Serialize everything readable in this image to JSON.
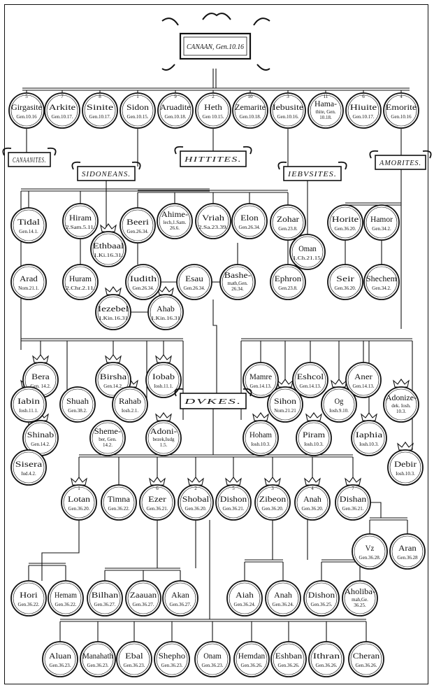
{
  "title": "CANAAN, Gen.10.16",
  "persons": [
    {
      "id": "girgasite",
      "num": "5",
      "name": "Girgasite",
      "ref": "Gen.10.16"
    },
    {
      "id": "arkite",
      "num": "7",
      "name": "Arkite",
      "ref": "Gen.10.17."
    },
    {
      "id": "sinite",
      "num": "8",
      "name": "Sinite",
      "ref": "Gen.10.17."
    },
    {
      "id": "sidon",
      "num": "1",
      "name": "Sidon",
      "ref": "Gen.10.15."
    },
    {
      "id": "aruadite",
      "num": "9",
      "name": "Aruadite",
      "ref": "Gen.10.18."
    },
    {
      "id": "heth",
      "num": "2",
      "name": "Heth",
      "ref": "Gen 10.15."
    },
    {
      "id": "zemarite",
      "num": "10",
      "name": "Zemarite",
      "ref": "Gen.10.18."
    },
    {
      "id": "iebusite",
      "num": "3",
      "name": "Iebusite",
      "ref": "Gen.10.16."
    },
    {
      "id": "hamathite",
      "num": "11",
      "name": "Hama-",
      "name2": "thite, Gen.",
      "ref": "10.18."
    },
    {
      "id": "hiuite",
      "num": "6",
      "name": "Hiuite",
      "ref": "Gen.10.17."
    },
    {
      "id": "emorite",
      "num": "4",
      "name": "Emorite",
      "ref": "Gen.10.16"
    },
    {
      "id": "tidal",
      "name": "Tidal",
      "ref": "Gen.14.1."
    },
    {
      "id": "arad",
      "name": "Arad",
      "ref": "Nom.21.1."
    },
    {
      "id": "hiram",
      "name": "Hiram",
      "ref": "2.Sam.5.11."
    },
    {
      "id": "ethbaal",
      "name": "Ethbaal",
      "ref": "1.Ki.16.31."
    },
    {
      "id": "huram",
      "name": "Huram",
      "ref": "2.Chr.2.11."
    },
    {
      "id": "iezebel",
      "name": "Iezebel",
      "ref": "1.Kin.16.31"
    },
    {
      "id": "ahab",
      "name": "Ahab",
      "ref": "1.Kin.16.31"
    },
    {
      "id": "beeri",
      "name": "Beeri",
      "ref": "Gen.26.34."
    },
    {
      "id": "ahimelech",
      "name": "Ahime-",
      "name2": "lech,1.Sam.",
      "ref": "26.6."
    },
    {
      "id": "vriah",
      "name": "Vriah",
      "ref": "2.Sa.23.39."
    },
    {
      "id": "elon",
      "name": "Elon",
      "ref": "Gen.26.34."
    },
    {
      "id": "zohar",
      "name": "Zohar",
      "ref": "Gen.23.8."
    },
    {
      "id": "iudith",
      "name": "Iudith",
      "ref": "Gen.26.34."
    },
    {
      "id": "esau",
      "name": "Esau",
      "ref": "Gen.26.34."
    },
    {
      "id": "bashemath",
      "name": "Bashe-",
      "name2": "math,Gen.",
      "ref": "26.34."
    },
    {
      "id": "ephron",
      "name": "Ephron",
      "ref": "Gen.23.8."
    },
    {
      "id": "oman",
      "name": "Oman",
      "ref": "1.Ch.21.15."
    },
    {
      "id": "horite",
      "name": "Horite",
      "ref": "Gen.36.20."
    },
    {
      "id": "hamor",
      "name": "Hamor",
      "ref": "Gen.34.2."
    },
    {
      "id": "seir",
      "name": "Seir",
      "ref": "Gen.36.20."
    },
    {
      "id": "shechem",
      "name": "Shechem",
      "ref": "Gen.34.2."
    },
    {
      "id": "bera",
      "name": "Bera",
      "ref": "Gen. 14.2."
    },
    {
      "id": "birsha",
      "name": "Birsha",
      "ref": "Gen.14.2."
    },
    {
      "id": "iobab",
      "name": "Iobab",
      "ref": "Iosh.11.1."
    },
    {
      "id": "iabin",
      "name": "Iabin",
      "ref": "Iosh.11.1."
    },
    {
      "id": "shuah",
      "name": "Shuah",
      "ref": "Gen.38.2."
    },
    {
      "id": "rahab",
      "name": "Rahab",
      "ref": "Iosh.2.1."
    },
    {
      "id": "shinab",
      "name": "Shinab",
      "ref": "Gen.14.2."
    },
    {
      "id": "shemeber",
      "name": "Sheme-",
      "name2": "ber, Gen.",
      "ref": "14.2."
    },
    {
      "id": "adonibezek",
      "name": "Adoni-",
      "name2": "bezek,Iudg",
      "ref": "1.5."
    },
    {
      "id": "sisera",
      "name": "Sisera",
      "ref": "Iud.4.2."
    },
    {
      "id": "mamre",
      "name": "Mamre",
      "ref": "Gen.14.13."
    },
    {
      "id": "eshcol",
      "name": "Eshcol",
      "ref": "Gen.14.13."
    },
    {
      "id": "aner",
      "name": "Aner",
      "ref": "Gen.14.13."
    },
    {
      "id": "sihon",
      "name": "Sihon",
      "ref": "Nom.21.21"
    },
    {
      "id": "og",
      "name": "Og",
      "ref": "Iosh.9.10."
    },
    {
      "id": "adonizedek",
      "name": "Adonize-",
      "name2": "dek. Iosh.",
      "ref": "10.3."
    },
    {
      "id": "hoham",
      "name": "Hoham",
      "ref": "Iosh.10.3."
    },
    {
      "id": "piram",
      "name": "Piram",
      "ref": "Iosh.10.3."
    },
    {
      "id": "iaphia",
      "name": "Iaphia",
      "ref": "Iosh.10.3."
    },
    {
      "id": "debir",
      "name": "Debir",
      "ref": "Iosh.10.3."
    },
    {
      "id": "lotan",
      "num": "1",
      "name": "Lotan",
      "ref": "Gen.36.20."
    },
    {
      "id": "timna",
      "name": "Timna",
      "ref": "Gen.36.22."
    },
    {
      "id": "ezer",
      "num": "6",
      "name": "Ezer",
      "ref": "Gen.36.21."
    },
    {
      "id": "shobal",
      "num": "2",
      "name": "Shobal",
      "ref": "Gen.36.20."
    },
    {
      "id": "dishon",
      "num": "5",
      "name": "Dishon",
      "ref": "Gen.36.21."
    },
    {
      "id": "zibeon",
      "num": "3",
      "name": "Zibeon",
      "ref": "Gen.36.20."
    },
    {
      "id": "anah",
      "num": "4",
      "name": "Anah",
      "ref": "Gen.36.20."
    },
    {
      "id": "dishan",
      "num": "7",
      "name": "Dishan",
      "ref": "Gen.36.21."
    },
    {
      "id": "vz",
      "name": "Vz",
      "ref": "Gen.36.28."
    },
    {
      "id": "aran",
      "name": "Aran",
      "ref": "Gen.36.28"
    },
    {
      "id": "hori",
      "name": "Hori",
      "ref": "Gen.36.22."
    },
    {
      "id": "hemam",
      "name": "Hemam",
      "ref": "Gen.36.22."
    },
    {
      "id": "bilhan",
      "name": "Bilhan",
      "ref": "Gen.36.27."
    },
    {
      "id": "zaauan",
      "name": "Zaauan",
      "ref": "Gen.36.27."
    },
    {
      "id": "akan",
      "name": "Akan",
      "ref": "Gen.36.27."
    },
    {
      "id": "aiah",
      "name": "Aiah",
      "ref": "Gen.36.24."
    },
    {
      "id": "anah2",
      "name": "Anah",
      "ref": "Gen.36.24."
    },
    {
      "id": "dishon2",
      "name": "Dishon",
      "ref": "Gen.36.25."
    },
    {
      "id": "aholibamah",
      "name": "Aholiba-",
      "name2": "mah,Ge.",
      "ref": "36.25."
    },
    {
      "id": "aluan",
      "name": "Aluan",
      "ref": "Gen.36.23."
    },
    {
      "id": "manahath",
      "name": "Manahath",
      "ref": "Gen.36.23."
    },
    {
      "id": "ebal",
      "name": "Ebal",
      "ref": "Gen.36.23."
    },
    {
      "id": "shepho",
      "name": "Shepho",
      "ref": "Gen.36.23."
    },
    {
      "id": "onam",
      "name": "Onam",
      "ref": "Gen.36.23."
    },
    {
      "id": "hemdan",
      "name": "Hemdan",
      "ref": "Gen.36.26."
    },
    {
      "id": "eshban",
      "name": "Eshban",
      "ref": "Gen.36.26."
    },
    {
      "id": "ithran",
      "name": "Ithran",
      "ref": "Gen.36.26."
    },
    {
      "id": "cheran",
      "name": "Cheran",
      "ref": "Gen.36.26."
    }
  ],
  "banners": [
    {
      "id": "canaanites",
      "label": "CANAANITES."
    },
    {
      "id": "sidoneans",
      "label": "SIDONEANS."
    },
    {
      "id": "hittites",
      "label": "HITTITES."
    },
    {
      "id": "iebusites",
      "label": "IEBVSITES."
    },
    {
      "id": "amorites",
      "label": "AMORITES."
    },
    {
      "id": "dukes",
      "label": "DVKES."
    }
  ]
}
